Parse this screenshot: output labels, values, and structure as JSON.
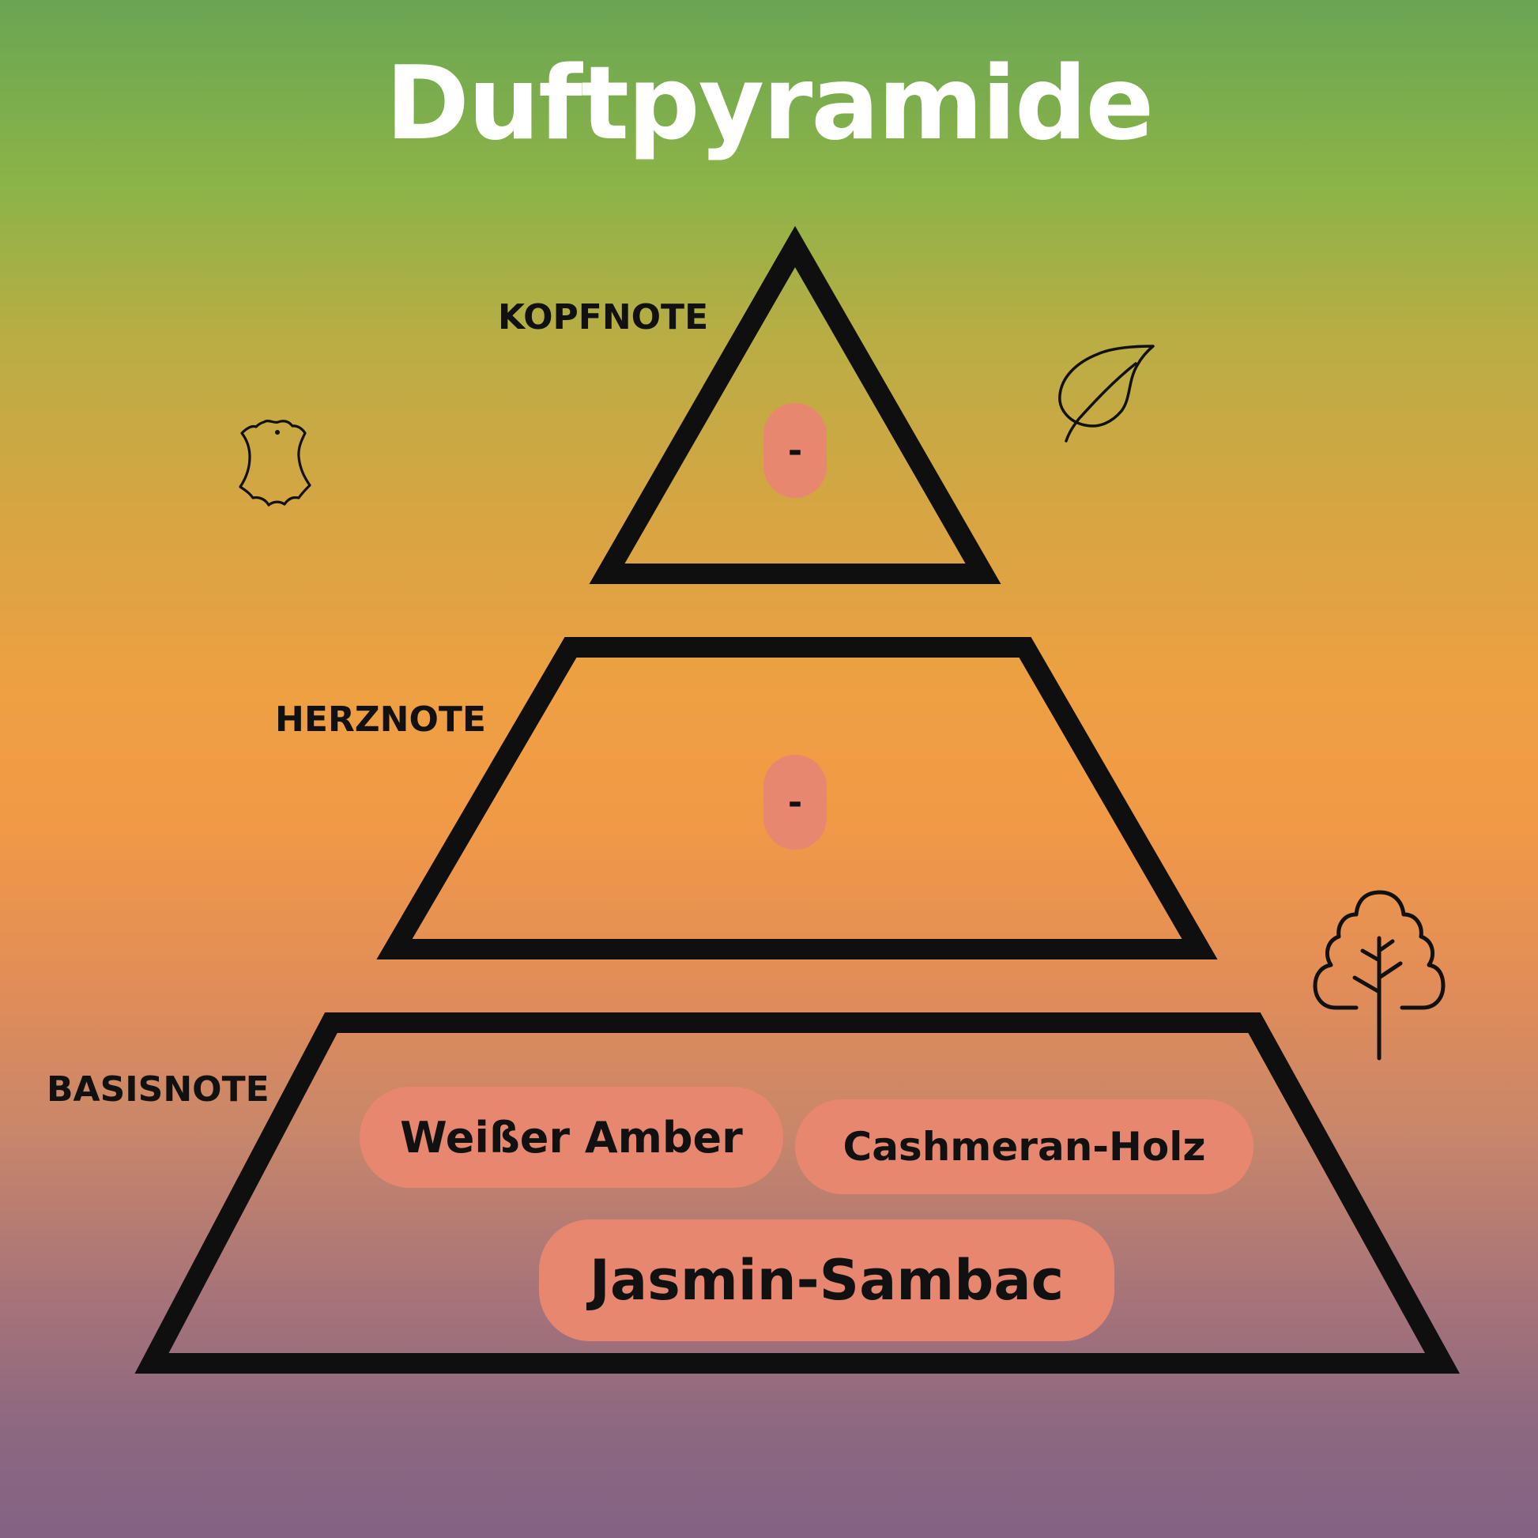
{
  "title": "Duftpyramide",
  "tiers": [
    {
      "label": "KOPFNOTE",
      "notes": [
        "-"
      ]
    },
    {
      "label": "HERZNOTE",
      "notes": [
        "-"
      ]
    },
    {
      "label": "BASISNOTE",
      "notes": [
        "Weißer Amber",
        "Cashmeran-Holz",
        "Jasmin-Sambac"
      ]
    }
  ],
  "icons": [
    "leather-icon",
    "leaf-icon",
    "tree-icon"
  ],
  "colors": {
    "background_top": "#6aa553",
    "background_middle": "#f19a46",
    "background_bottom": "#836284",
    "chip": "#e8876f",
    "outline": "#0f0f0f",
    "title": "#ffffff"
  }
}
